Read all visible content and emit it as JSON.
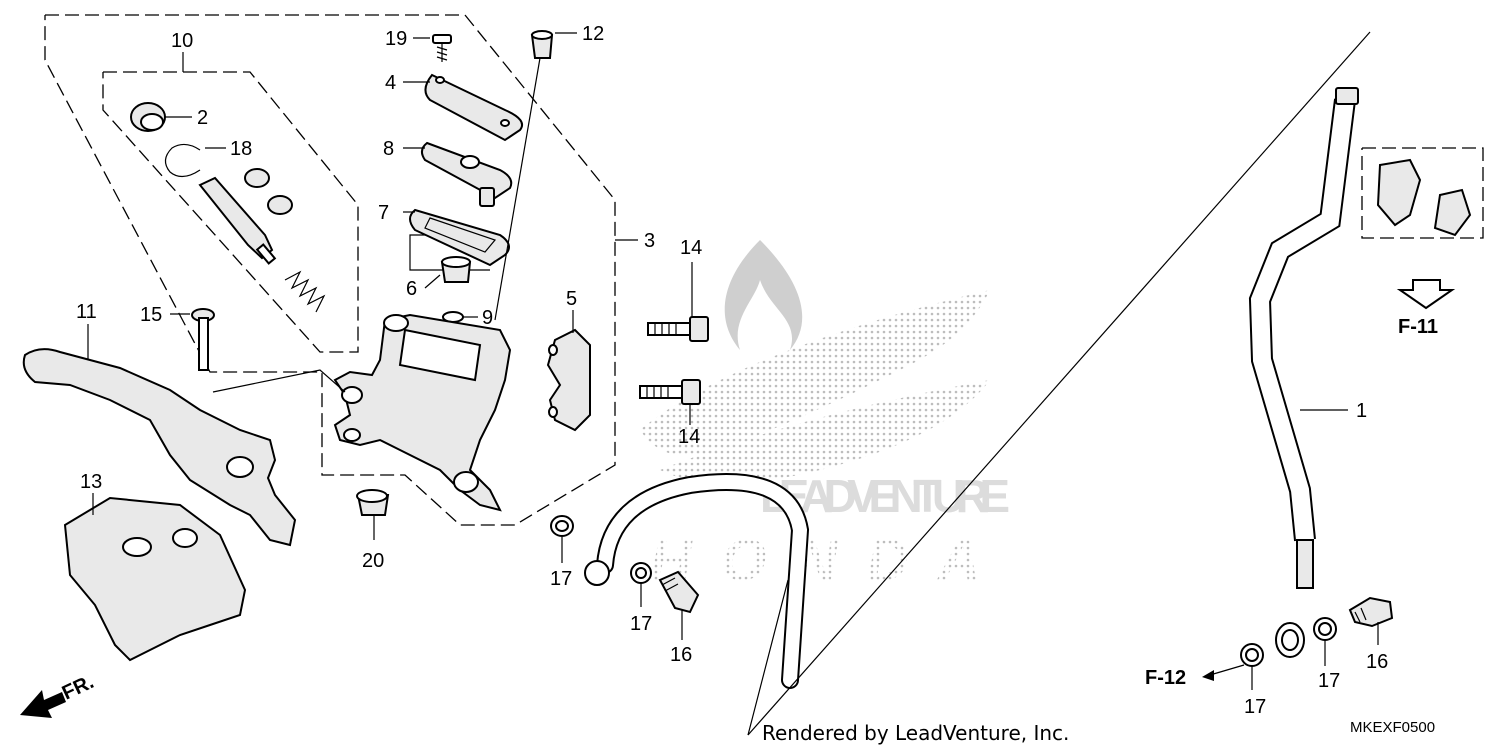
{
  "callouts": [
    {
      "id": "c1",
      "label": "1"
    },
    {
      "id": "c2",
      "label": "2"
    },
    {
      "id": "c3",
      "label": "3"
    },
    {
      "id": "c4",
      "label": "4"
    },
    {
      "id": "c5",
      "label": "5"
    },
    {
      "id": "c6",
      "label": "6"
    },
    {
      "id": "c7",
      "label": "7"
    },
    {
      "id": "c8",
      "label": "8"
    },
    {
      "id": "c9",
      "label": "9"
    },
    {
      "id": "c10",
      "label": "10"
    },
    {
      "id": "c11",
      "label": "11"
    },
    {
      "id": "c12",
      "label": "12"
    },
    {
      "id": "c13",
      "label": "13"
    },
    {
      "id": "c14a",
      "label": "14"
    },
    {
      "id": "c14b",
      "label": "14"
    },
    {
      "id": "c15",
      "label": "15"
    },
    {
      "id": "c16a",
      "label": "16"
    },
    {
      "id": "c16b",
      "label": "16"
    },
    {
      "id": "c17a",
      "label": "17"
    },
    {
      "id": "c17b",
      "label": "17"
    },
    {
      "id": "c17c",
      "label": "17"
    },
    {
      "id": "c17d",
      "label": "17"
    },
    {
      "id": "c18",
      "label": "18"
    },
    {
      "id": "c19",
      "label": "19"
    },
    {
      "id": "c20",
      "label": "20"
    }
  ],
  "references": {
    "f11": "F-11",
    "f12": "F-12",
    "front": "FR."
  },
  "watermark": {
    "line1": "LEADVENTURE",
    "line2": "HONDA"
  },
  "footer": {
    "credit": "Rendered by LeadVenture, Inc.",
    "diagram_code": "MKEXF0500"
  },
  "colors": {
    "line": "#000000",
    "watermark": "#cfcfcf",
    "part_fill": "#e9e9e9"
  }
}
